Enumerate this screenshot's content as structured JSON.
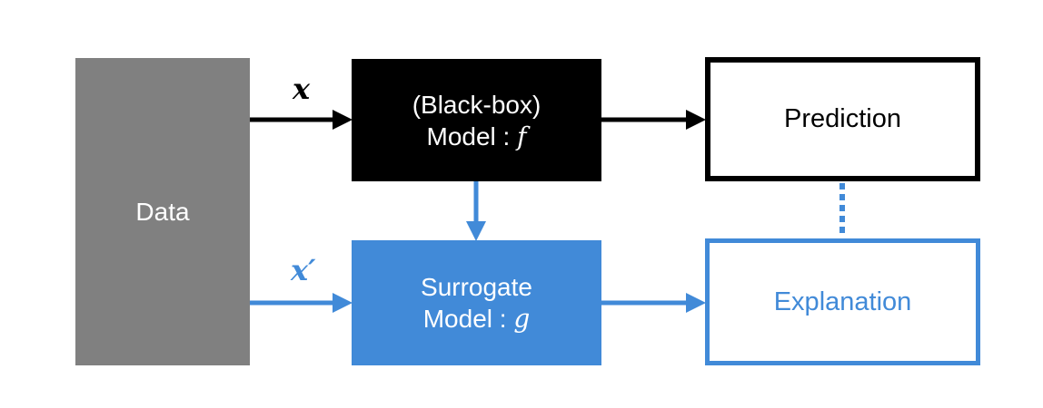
{
  "data_box": {
    "label": "Data"
  },
  "model_box": {
    "line1": "(Black-box)",
    "line2_prefix": "Model : ",
    "symbol": "f"
  },
  "surrogate_box": {
    "line1": "Surrogate",
    "line2_prefix": "Model : ",
    "symbol": "g"
  },
  "prediction_box": {
    "label": "Prediction"
  },
  "explanation_box": {
    "label": "Explanation"
  },
  "input_labels": {
    "x": "x",
    "x_prime": "x′"
  },
  "colors": {
    "black": "#000000",
    "gray": "#808080",
    "blue": "#418ad8",
    "white": "#ffffff"
  }
}
